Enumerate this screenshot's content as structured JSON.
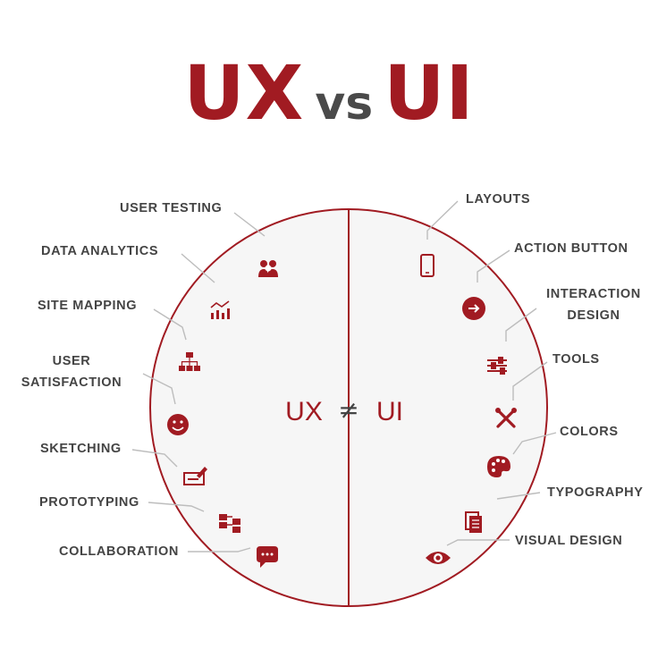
{
  "title": {
    "left": "UX",
    "mid": "vs",
    "right": "UI"
  },
  "center": {
    "left": "UX",
    "symbol": "≠",
    "right": "UI"
  },
  "colors": {
    "accent": "#a11b22",
    "text": "#444444",
    "leader": "#bdbdbd",
    "circle_fill": "#f6f6f6"
  },
  "ux_items": [
    {
      "label": "USER TESTING",
      "icon": "user-group-icon"
    },
    {
      "label": "DATA ANALYTICS",
      "icon": "bar-chart-icon"
    },
    {
      "label": "SITE MAPPING",
      "icon": "sitemap-icon"
    },
    {
      "label_lines": [
        "USER",
        "SATISFACTION"
      ],
      "icon": "smiley-icon"
    },
    {
      "label": "SKETCHING",
      "icon": "sketch-pencil-icon"
    },
    {
      "label": "PROTOTYPING",
      "icon": "wireframe-blocks-icon"
    },
    {
      "label": "COLLABORATION",
      "icon": "chat-bubble-icon"
    }
  ],
  "ui_items": [
    {
      "label": "LAYOUTS",
      "icon": "smartphone-icon"
    },
    {
      "label": "ACTION BUTTON",
      "icon": "arrow-button-icon"
    },
    {
      "label_lines": [
        "INTERACTION",
        "DESIGN"
      ],
      "icon": "sliders-icon"
    },
    {
      "label": "TOOLS",
      "icon": "wrench-screwdriver-icon"
    },
    {
      "label": "COLORS",
      "icon": "palette-icon"
    },
    {
      "label": "TYPOGRAPHY",
      "icon": "document-icon"
    },
    {
      "label": "VISUAL DESIGN",
      "icon": "eye-icon"
    }
  ]
}
